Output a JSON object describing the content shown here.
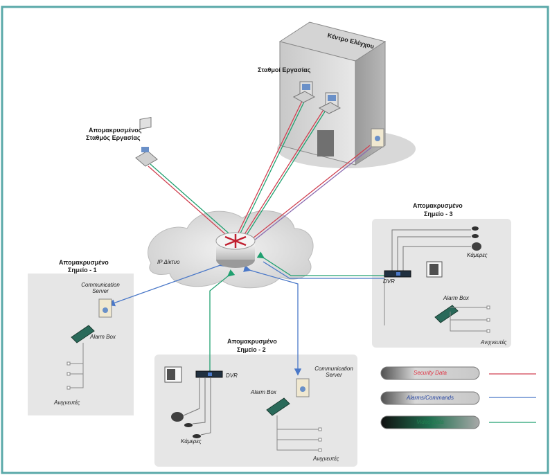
{
  "building": {
    "title": "Κέντρο Ελέγχου",
    "workstations_label": "Σταθμοί Εργασίας"
  },
  "remote_workstation": {
    "line1": "Απομακρυσμένος",
    "line2": "Σταθμός Εργασίας"
  },
  "network": {
    "label": "IP Δίκτυο"
  },
  "site1": {
    "title": "Απομακρυσμένο",
    "subtitle": "Σημείο - 1",
    "comm_server": "Communication Server",
    "alarm_box": "Alarm Box",
    "sensors": "Ανιχνευτές"
  },
  "site2": {
    "title": "Απομακρυσμένο",
    "subtitle": "Σημείο - 2",
    "dvr": "DVR",
    "comm_server": "Communication Server",
    "alarm_box": "Alarm Box",
    "cameras": "Κάμερες",
    "sensors": "Ανιχνευτές"
  },
  "site3": {
    "title": "Απομακρυσμένο",
    "subtitle": "Σημείο - 3",
    "dvr": "DVR",
    "alarm_box": "Alarm Box",
    "cameras": "Κάμερες",
    "sensors": "Ανιχνευτές"
  },
  "legend": {
    "items": [
      {
        "label": "Security Data",
        "text_color": "#e03040",
        "line_color": "#d04050"
      },
      {
        "label": "Alarms/Commands",
        "text_color": "#2040a0",
        "line_color": "#4a78c8"
      },
      {
        "label": "Video Data",
        "text_color": "#208050",
        "line_color": "#20a070"
      }
    ]
  },
  "colors": {
    "frame": "#5aa8a8",
    "security": "#d04050",
    "alarms": "#4a78c8",
    "video": "#20a070",
    "panel": "#e6e6e6"
  }
}
